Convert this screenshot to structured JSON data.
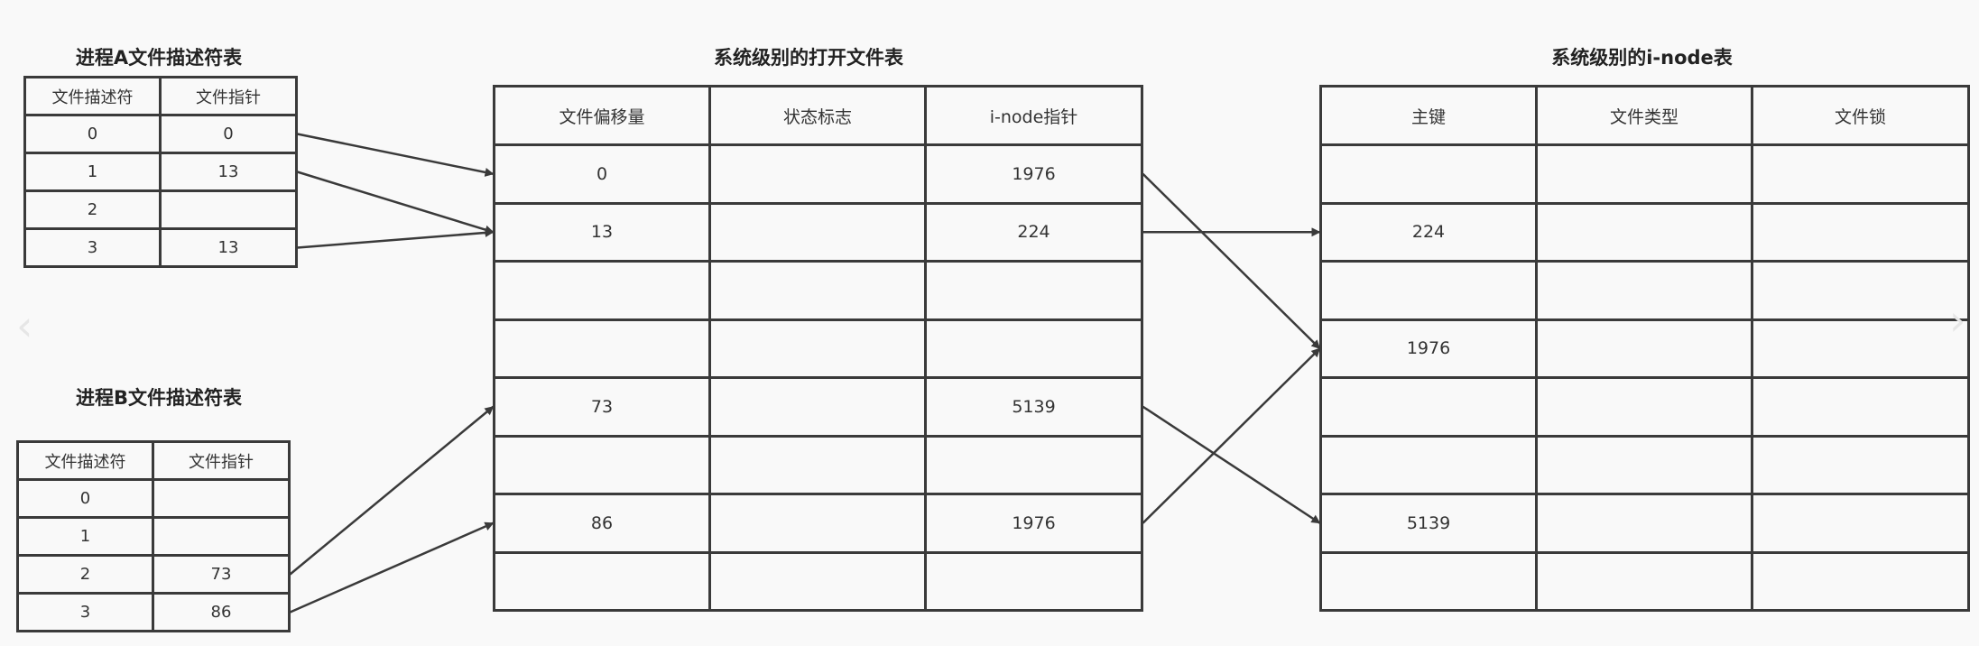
{
  "proc_a": {
    "title": "进程A文件描述符表",
    "headers": [
      "文件描述符",
      "文件指针"
    ],
    "rows": [
      [
        "0",
        "0"
      ],
      [
        "1",
        "13"
      ],
      [
        "2",
        ""
      ],
      [
        "3",
        "13"
      ]
    ]
  },
  "proc_b": {
    "title": "进程B文件描述符表",
    "headers": [
      "文件描述符",
      "文件指针"
    ],
    "rows": [
      [
        "0",
        ""
      ],
      [
        "1",
        ""
      ],
      [
        "2",
        "73"
      ],
      [
        "3",
        "86"
      ]
    ]
  },
  "open_files": {
    "title": "系统级别的打开文件表",
    "headers": [
      "文件偏移量",
      "状态标志",
      "i-node指针"
    ],
    "rows": [
      [
        "0",
        "",
        "1976"
      ],
      [
        "13",
        "",
        "224"
      ],
      [
        "",
        "",
        ""
      ],
      [
        "",
        "",
        ""
      ],
      [
        "73",
        "",
        "5139"
      ],
      [
        "",
        "",
        ""
      ],
      [
        "86",
        "",
        "1976"
      ],
      [
        "",
        "",
        ""
      ]
    ]
  },
  "inode": {
    "title": "系统级别的i-node表",
    "headers": [
      "主键",
      "文件类型",
      "文件锁"
    ],
    "rows": [
      [
        "",
        "",
        ""
      ],
      [
        "224",
        "",
        ""
      ],
      [
        "",
        "",
        ""
      ],
      [
        "1976",
        "",
        ""
      ],
      [
        "",
        "",
        ""
      ],
      [
        "",
        "",
        ""
      ],
      [
        "5139",
        "",
        ""
      ],
      [
        "",
        "",
        ""
      ]
    ]
  },
  "links": [
    {
      "from": "proc_a.0",
      "to": "open_files.0"
    },
    {
      "from": "proc_a.1",
      "to": "open_files.1"
    },
    {
      "from": "proc_a.3",
      "to": "open_files.1"
    },
    {
      "from": "proc_b.2",
      "to": "open_files.4"
    },
    {
      "from": "proc_b.3",
      "to": "open_files.6"
    },
    {
      "from": "open_files.0",
      "to": "inode.3"
    },
    {
      "from": "open_files.1",
      "to": "inode.1"
    },
    {
      "from": "open_files.4",
      "to": "inode.6"
    },
    {
      "from": "open_files.6",
      "to": "inode.3"
    }
  ],
  "nav": {
    "left_icon": "chevron-left-icon",
    "right_icon": "chevron-right-icon"
  },
  "colors": {
    "line": "#3a3a3a",
    "background": "#f9f9f9"
  }
}
